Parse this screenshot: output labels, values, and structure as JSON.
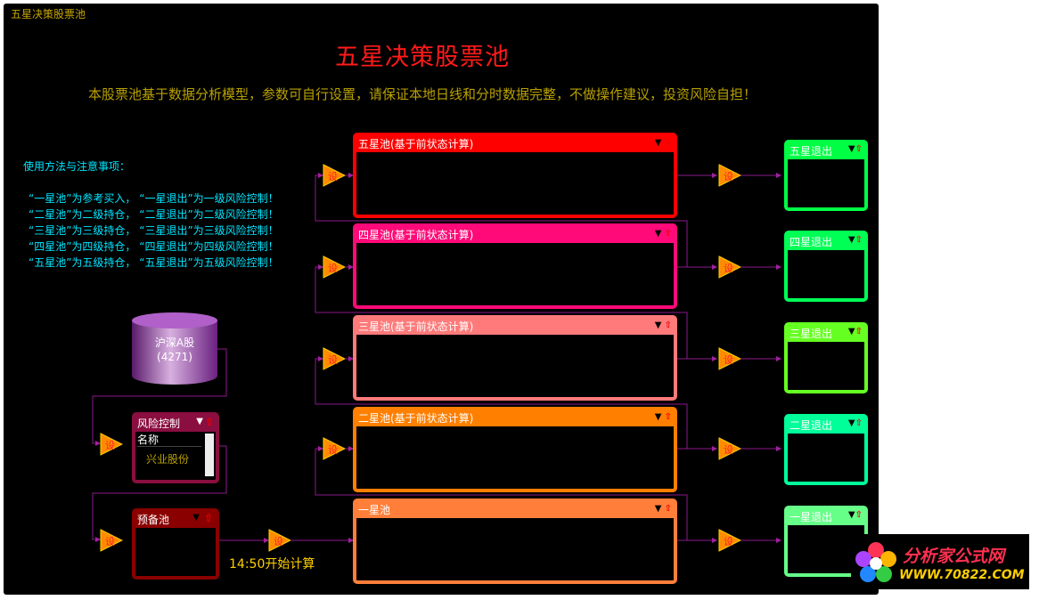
{
  "window_title": "五星决策股票池",
  "main_title": "五星决策股票池",
  "subtitle": "本股票池基于数据分析模型，参数可自行设置，请保证本地日线和分时数据完整，不做操作建议，投资风险自担！",
  "notes": {
    "title": "使用方法与注意事项：",
    "lines": [
      "“一星池”为参考买入，  “一星退出”为一级风险控制！",
      "“二星池”为二级持仓，  “二星退出”为二级风险控制！",
      "“三星池”为三级持仓，  “三星退出”为三级风险控制！",
      "“四星池”为四级持仓，  “四星退出”为四级风险控制！",
      "“五星池”为五级持仓，  “五星退出”为五级风险控制！"
    ]
  },
  "pools": [
    {
      "label": "五星池(基于前状态计算)",
      "color": "#ff0000"
    },
    {
      "label": "四星池(基于前状态计算)",
      "color": "#ff0a78"
    },
    {
      "label": "三星池(基于前状态计算)",
      "color": "#ff7a7a"
    },
    {
      "label": "二星池(基于前状态计算)",
      "color": "#ff7f00"
    },
    {
      "label": "一星池",
      "color": "#ff7f3a"
    }
  ],
  "exits": [
    {
      "label": "五星退出",
      "color": "#00ff44"
    },
    {
      "label": "四星退出",
      "color": "#00ff55"
    },
    {
      "label": "三星退出",
      "color": "#66ff22"
    },
    {
      "label": "二星退出",
      "color": "#00ff99"
    },
    {
      "label": "一星退出",
      "color": "#66ff88"
    }
  ],
  "set_button_label": "设",
  "controls": {
    "dropdown_icon": "▼",
    "up_icon": "⇧"
  },
  "database": {
    "name": "沪深A股",
    "count": "(4271)"
  },
  "risk_control": {
    "title": "风险控制",
    "column": "名称",
    "row": "兴业股份"
  },
  "prep_pool": {
    "title": "预备池"
  },
  "calc_label": "14:50开始计算",
  "logo": {
    "name": "分析家公式网",
    "url": "WWW.70822.COM"
  },
  "colors": {
    "background": "#000000",
    "title": "#ff1a1a",
    "subtitle": "#b8a000",
    "notes": "#00e5ff",
    "arrow": "#8b1a8b",
    "set_triangle": "#ff8c00"
  }
}
